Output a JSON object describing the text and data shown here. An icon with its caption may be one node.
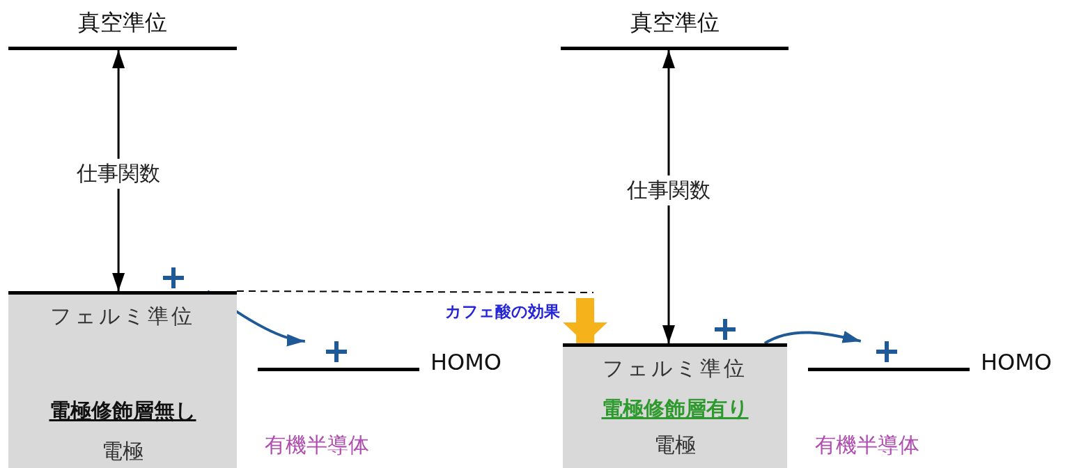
{
  "diagram": {
    "nodes": [
      {
        "text": [
          "真空準位"
        ]
      },
      {
        "text": [
          "フェルミ準位",
          "電極修飾層無し",
          "電極"
        ]
      },
      {
        "text": [
          "HOMO"
        ]
      },
      {
        "text": [
          "真空準位"
        ]
      },
      {
        "text": [
          "フェルミ準位",
          "電極修飾層有り",
          "電極"
        ]
      },
      {
        "text": [
          "HOMO"
        ]
      }
    ],
    "edges": [
      {
        "from": 0,
        "to": 1,
        "arrow": "both",
        "label": "仕事関数"
      },
      {
        "from": 1,
        "to": 2,
        "arrow": "to",
        "color": "#1f5a96"
      },
      {
        "from": 1,
        "to": null,
        "arrow": "none",
        "style": "dashed"
      },
      {
        "from": null,
        "to": 4,
        "arrow": "to",
        "label": "カフェ酸の効果",
        "style": "thick",
        "color": "#f5b21a"
      },
      {
        "from": 3,
        "to": 4,
        "arrow": "both",
        "label": "仕事関数"
      },
      {
        "from": 4,
        "to": 5,
        "arrow": "to",
        "color": "#1f5a96"
      }
    ],
    "labels": [
      "有機半導体",
      "有機半導体"
    ]
  }
}
